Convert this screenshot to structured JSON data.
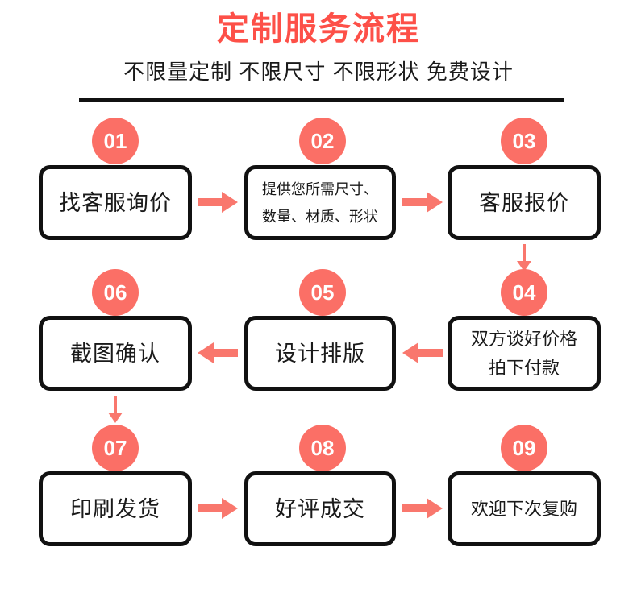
{
  "header": {
    "title": "定制服务流程",
    "subtitle": "不限量定制 不限尺寸 不限形状 免费设计",
    "title_color": "#fd5048",
    "subtitle_color": "#1a1a1a",
    "divider_color": "#111111"
  },
  "theme": {
    "badge_color": "#fb6f66",
    "arrow_color": "#f9776d",
    "box_border_color": "#111111",
    "box_background": "#ffffff",
    "text_color": "#1a1a1a"
  },
  "steps": [
    {
      "number": "01",
      "lines": [
        "找客服询价"
      ]
    },
    {
      "number": "02",
      "lines": [
        "提供您所需尺寸、",
        "数量、材质、形状"
      ]
    },
    {
      "number": "03",
      "lines": [
        "客服报价"
      ]
    },
    {
      "number": "04",
      "lines": [
        "双方谈好价格",
        "拍下付款"
      ]
    },
    {
      "number": "05",
      "lines": [
        "设计排版"
      ]
    },
    {
      "number": "06",
      "lines": [
        "截图确认"
      ]
    },
    {
      "number": "07",
      "lines": [
        "印刷发货"
      ]
    },
    {
      "number": "08",
      "lines": [
        "好评成交"
      ]
    },
    {
      "number": "09",
      "lines": [
        "欢迎下次复购"
      ]
    }
  ],
  "connectors": [
    {
      "id": "arrow-01-02",
      "direction": "right"
    },
    {
      "id": "arrow-02-03",
      "direction": "right"
    },
    {
      "id": "arrow-03-04",
      "direction": "down"
    },
    {
      "id": "arrow-04-05",
      "direction": "left"
    },
    {
      "id": "arrow-05-06",
      "direction": "left"
    },
    {
      "id": "arrow-06-07",
      "direction": "down"
    },
    {
      "id": "arrow-07-08",
      "direction": "right"
    },
    {
      "id": "arrow-08-09",
      "direction": "right"
    }
  ]
}
